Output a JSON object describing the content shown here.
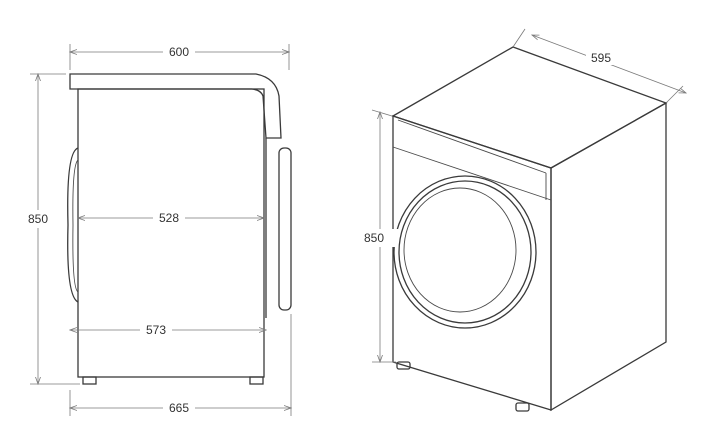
{
  "dimensions": {
    "side_top_width": "600",
    "side_height": "850",
    "side_inner_width": "528",
    "side_body_width": "573",
    "side_total_depth": "665",
    "iso_depth": "595",
    "iso_height": "850"
  }
}
